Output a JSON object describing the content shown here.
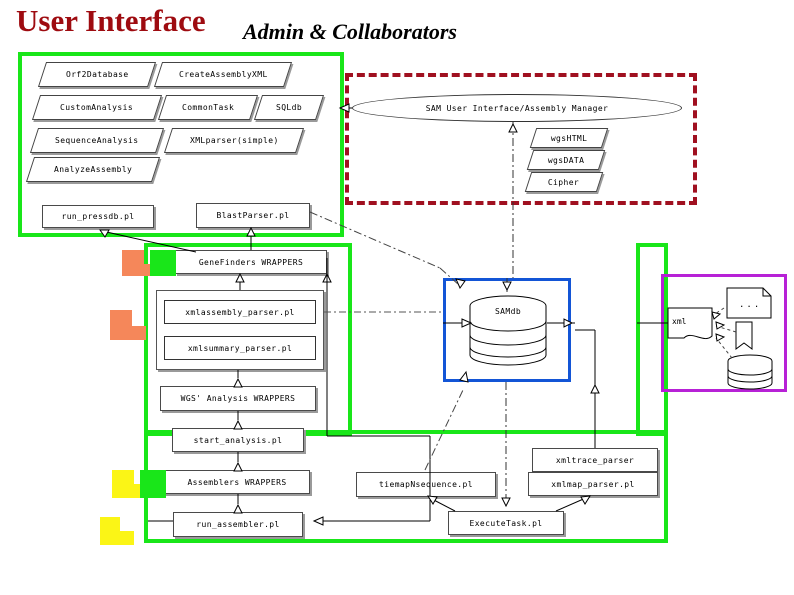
{
  "title": {
    "main": "User Interface",
    "sub": "Admin & Collaborators"
  },
  "colors": {
    "title_red": "#9e0b10",
    "green_frame": "#19e619",
    "red_dashed_frame": "#a01020",
    "blue_frame": "#1355d6",
    "purple_frame": "#b721d6",
    "orange_block": "#f5875a",
    "yellow_block": "#fbf516",
    "green_block": "#19e619"
  },
  "api_classes": {
    "row1": [
      {
        "label": "Orf2Database"
      },
      {
        "label": "CreateAssemblyXML"
      }
    ],
    "row2": [
      {
        "label": "CustomAnalysis"
      },
      {
        "label": "CommonTask"
      },
      {
        "label": "SQLdb"
      }
    ],
    "row3": [
      {
        "label": "SequenceAnalysis"
      },
      {
        "label": "XMLparser(simple)"
      }
    ],
    "row4": [
      {
        "label": "AnalyzeAssembly"
      }
    ]
  },
  "ui_region": {
    "manager": {
      "label": "SAM User Interface/Assembly Manager"
    },
    "modules": [
      {
        "label": "wgsHTML"
      },
      {
        "label": "wgsDATA"
      },
      {
        "label": "Cipher"
      }
    ]
  },
  "scripts": {
    "run_pressdb": "run_pressdb.pl",
    "blast_parser": "BlastParser.pl",
    "genefinders_wrappers": "GeneFinders WRAPPERS",
    "xmlassembly_parser": "xmlassembly_parser.pl",
    "xmlsummary_parser": "xmlsummary_parser.pl",
    "wgs_analysis_wrappers": "WGS' Analysis WRAPPERS",
    "start_analysis": "start_analysis.pl",
    "assemblers_wrappers": "Assemblers WRAPPERS",
    "run_assembler": "run_assembler.pl",
    "tiemap_nsequence": "tiemapNsequence.pl",
    "xmltrace_parser": "xmltrace_parser",
    "xmlmap_parser": "xmlmap_parser.pl",
    "execute_task": "ExecuteTask.pl"
  },
  "database": {
    "label": "SAMdb"
  },
  "xml_region": {
    "xml_node": "xml",
    "document_node": "...",
    "note_node": "",
    "db_node": ""
  }
}
